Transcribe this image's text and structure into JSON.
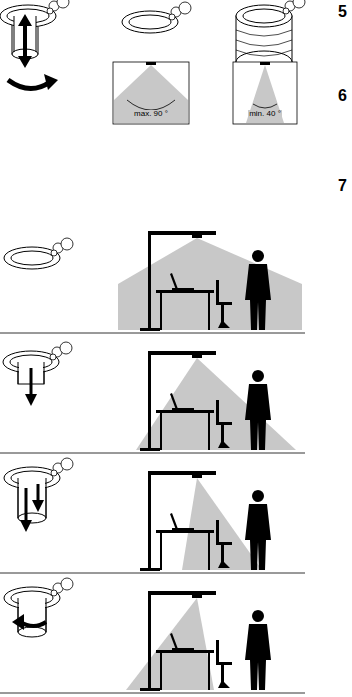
{
  "diagram": {
    "labels": [
      "5",
      "6",
      "max. 90 °",
      "min. 40 °",
      "7"
    ]
  }
}
